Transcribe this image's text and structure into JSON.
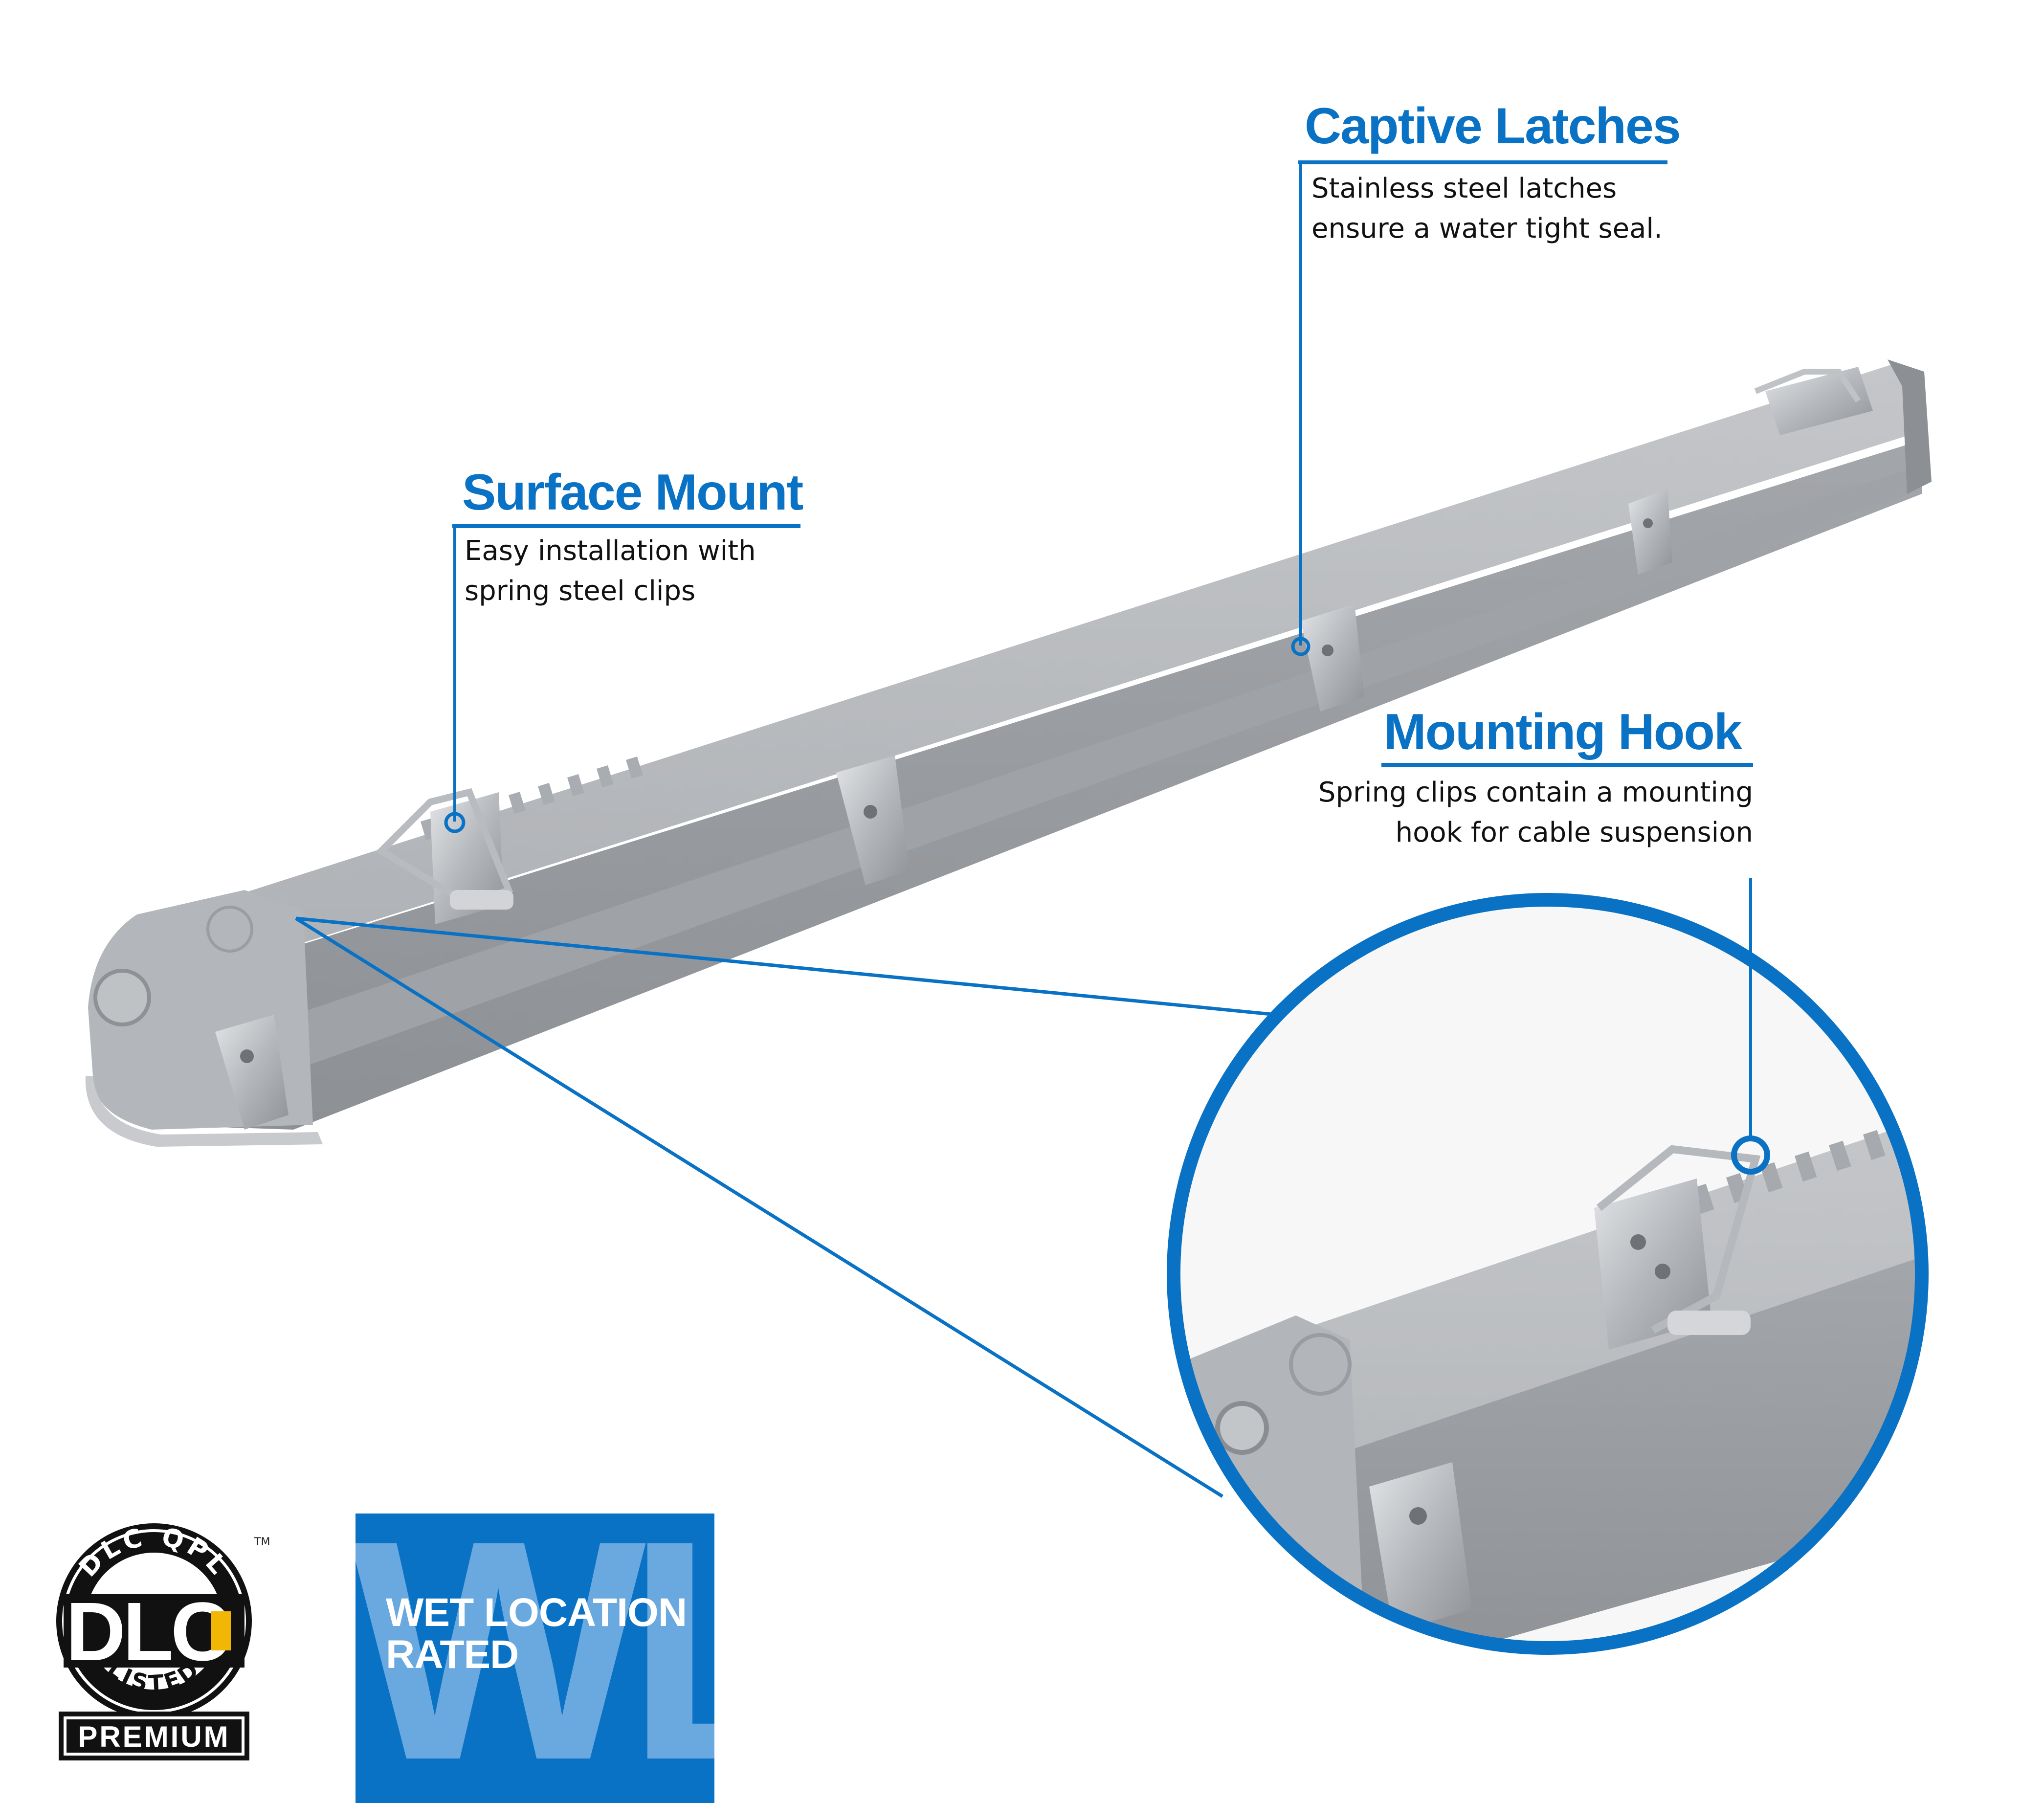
{
  "callouts": {
    "captive_latches": {
      "title": "Captive Latches",
      "lines": [
        "Stainless steel latches",
        "ensure a water tight seal."
      ]
    },
    "surface_mount": {
      "title": "Surface Mount",
      "lines": [
        "Easy installation with",
        "spring steel clips"
      ]
    },
    "mounting_hook": {
      "title": "Mounting Hook",
      "lines": [
        "Spring clips contain a mounting",
        "hook for cable suspension"
      ]
    }
  },
  "badges": {
    "dlc": {
      "ring_text": "DLC QPL",
      "logo_text": "DLC",
      "listed_text": "LISTED",
      "banner_text": "PREMIUM",
      "trademark": "TM"
    },
    "wet_location": {
      "big_text": "WL",
      "line1": "WET LOCATION",
      "line2": "RATED"
    }
  },
  "colors": {
    "accent_blue": "#0a72c4",
    "wl_light_blue": "#6aa9df",
    "housing_gray": "#a6a9ad",
    "steel": "#c9ccd0"
  }
}
